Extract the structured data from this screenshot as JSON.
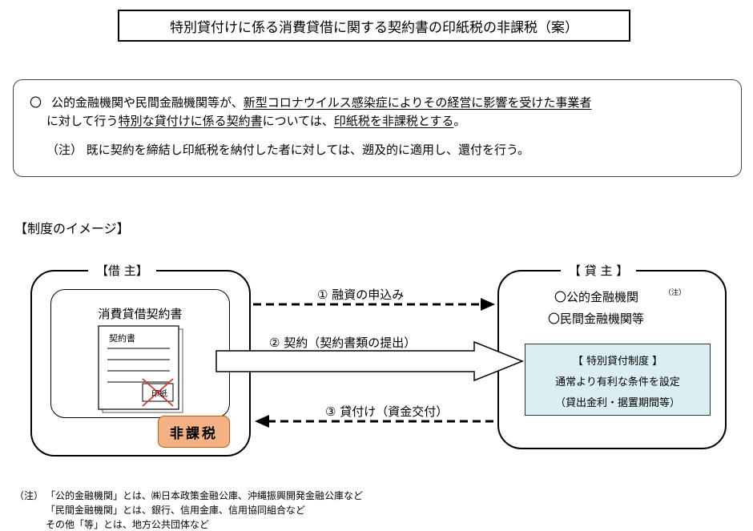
{
  "title": "特別貸付けに係る消費貸借に関する契約書の印紙税の非課税（案）",
  "summary": {
    "bullet": "〇",
    "line1_plain": "公的金融機関や民間金融機関等が、",
    "line1_underlined": "新型コロナウイルス感染症によりその経営に影響を受けた事業者",
    "line2_plain_a": "に対して行う",
    "line2_underlined_a": "特別な貸付けに係る契約書",
    "line2_plain_b": "については、",
    "line2_underlined_b": "印紙税を非課税とする",
    "line2_plain_c": "。",
    "note": "（注） 既に契約を締結し印紙税を納付した者に対しては、遡及的に適用し、還付を行う。"
  },
  "section_label": "【制度のイメージ】",
  "borrower": {
    "title": "【借 主】",
    "card_title": "消費貸借契約書",
    "doc_title": "契約書",
    "stamp_label": "印紙",
    "badge": "非課税"
  },
  "lender": {
    "title": "【 貸 主 】",
    "line1": "〇公的金融機関",
    "line1_note": "（注）",
    "line2": "〇民間金融機関等",
    "box_title": "【 特別貸付制度 】",
    "box_line1": "通常より有利な条件を設定",
    "box_line2": "（貸出金利・据置期間等）"
  },
  "flows": [
    {
      "label": "① 融資の申込み"
    },
    {
      "label": "② 契約（契約書類の提出）"
    },
    {
      "label": "③ 貸付け（資金交付）"
    }
  ],
  "footnotes": {
    "prefix": "（注）",
    "line1": "「公的金融機関」とは、㈱日本政策金融公庫、沖縄振興開発金融公庫など",
    "line2": "「民間金融機関」とは、銀行、信用金庫、信用協同組合など",
    "line3": "その他「等」とは、地方公共団体など"
  },
  "colors": {
    "badge_fill": "#f4b183",
    "info_box_fill": "#dbeef3",
    "stamp_cross": "#e03030"
  }
}
